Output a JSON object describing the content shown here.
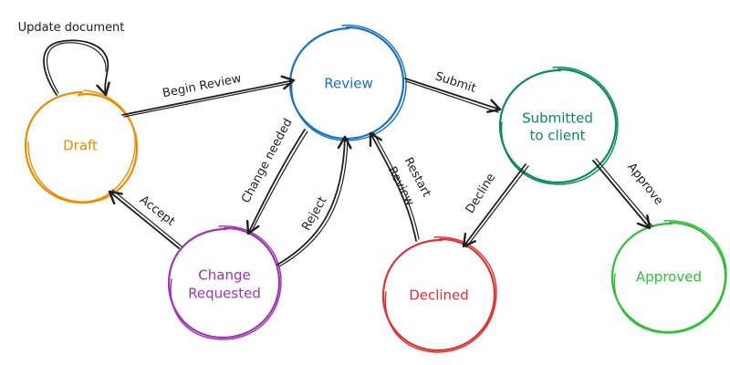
{
  "colors": {
    "ink": "#1e1e1e",
    "draft": "#f08c00",
    "review": "#1971c2",
    "submitted": "#0c8a5a",
    "change": "#9c36b5",
    "declined": "#e03131",
    "approved": "#2fbf3a"
  },
  "nodes": {
    "draft": {
      "label": "Draft"
    },
    "review": {
      "label": "Review"
    },
    "submitted": {
      "line1": "Submitted",
      "line2": "to client"
    },
    "change": {
      "line1": "Change",
      "line2": "Requested"
    },
    "declined": {
      "label": "Declined"
    },
    "approved": {
      "label": "Approved"
    }
  },
  "edges": {
    "update_document": "Update document",
    "begin_review": "Begin Review",
    "submit": "Submit",
    "change_needed": "Change needed",
    "reject": "Reject",
    "accept": "Accept",
    "restart_review_1": "Restart",
    "restart_review_2": "Review",
    "decline": "Decline",
    "approve": "Approve"
  }
}
